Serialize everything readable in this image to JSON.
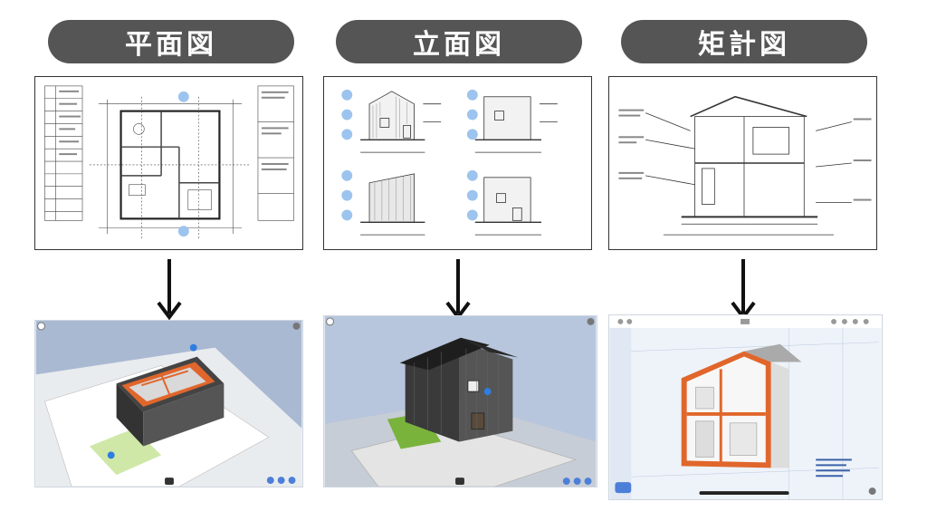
{
  "labels": {
    "floor_plan": "平面図",
    "elevation": "立面図",
    "section_detail": "矩計図"
  },
  "icons": {
    "down_arrow": "down-arrow-icon",
    "settings": "settings-icon",
    "back": "back-icon"
  },
  "colors": {
    "pill_bg": "#555555",
    "pill_text": "#ffffff",
    "accent_orange": "#e0662c",
    "viewer_bg": "#aab9d2",
    "blue_marker": "#2f7de0"
  }
}
